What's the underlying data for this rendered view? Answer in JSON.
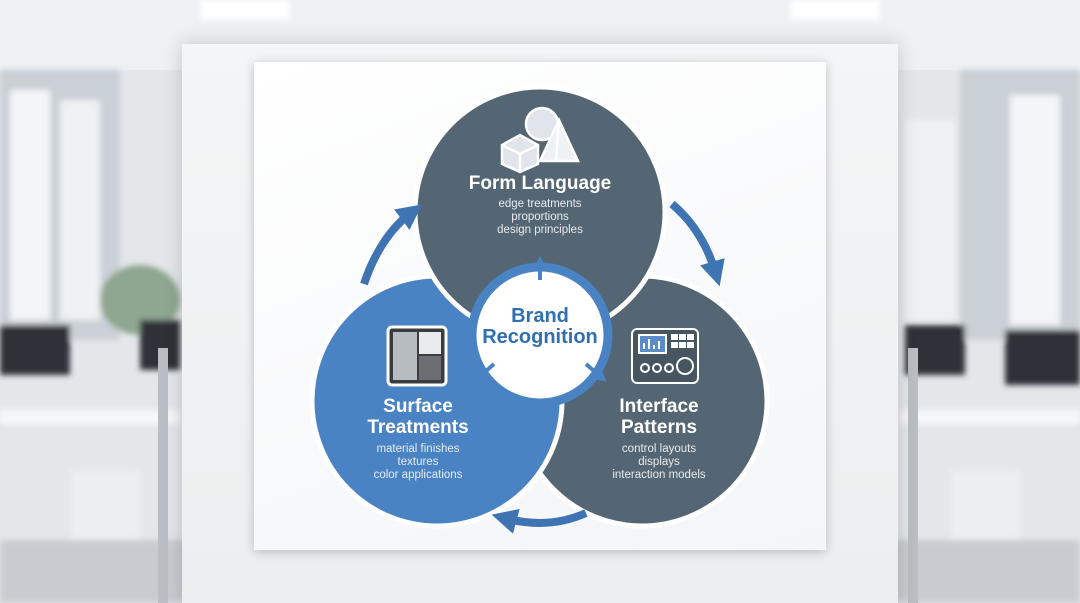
{
  "diagram": {
    "center": {
      "line1": "Brand",
      "line2": "Recognition"
    },
    "form_language": {
      "title": "Form Language",
      "items": [
        "edge treatments",
        "proportions",
        "design principles"
      ],
      "icon": "geometric-shapes-icon"
    },
    "surface_treatments": {
      "title_line1": "Surface",
      "title_line2": "Treatments",
      "items": [
        "material finishes",
        "textures",
        "color applications"
      ],
      "icon": "material-swatch-icon"
    },
    "interface_patterns": {
      "title_line1": "Interface",
      "title_line2": "Patterns",
      "items": [
        "control layouts",
        "displays",
        "interaction models"
      ],
      "icon": "control-panel-icon"
    },
    "colors": {
      "slate": "#546673",
      "blue": "#4a83c4",
      "center_text": "#2f6fb2",
      "arrow": "#3f74b3"
    }
  }
}
